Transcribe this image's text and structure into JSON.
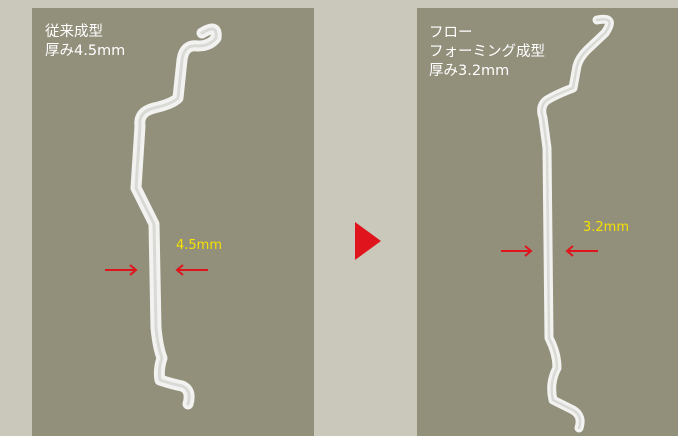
{
  "left_panel": {
    "caption": "従来成型\n厚み4.5mm",
    "measurement": "4.5mm"
  },
  "right_panel": {
    "caption": "フロー\nフォーミング成型\n厚み3.2mm",
    "measurement": "3.2mm"
  },
  "colors": {
    "background": "#c9c8bb",
    "panel": "#928f7b",
    "part": "#f2f2f0",
    "arrow": "#e0141c",
    "measurement_text": "#f5e200",
    "marker": "#e0141c"
  }
}
